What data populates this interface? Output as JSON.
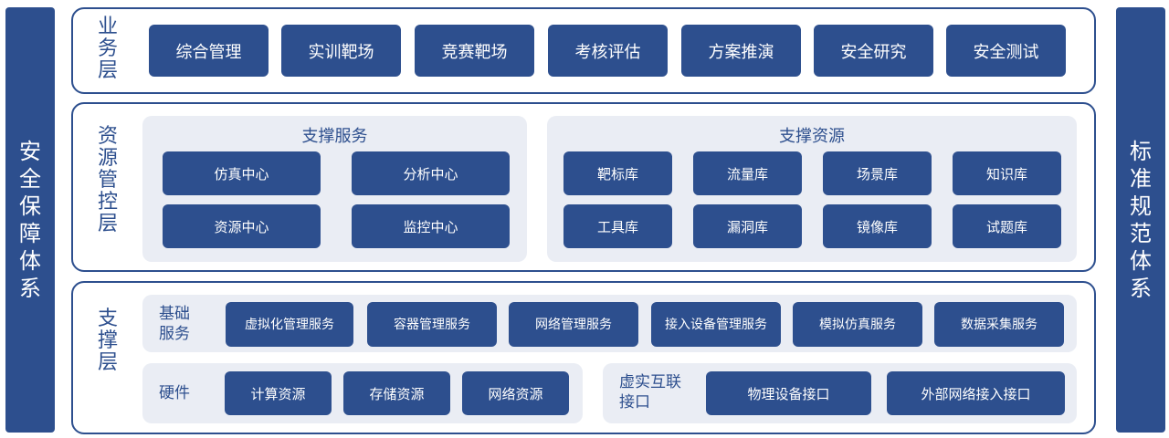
{
  "left_bar": {
    "chars": [
      "安",
      "全",
      "保",
      "障",
      "体",
      "系"
    ]
  },
  "right_bar": {
    "chars": [
      "标",
      "准",
      "规",
      "范",
      "体",
      "系"
    ]
  },
  "business_layer": {
    "label_chars": [
      "业",
      "务",
      "层"
    ],
    "items": [
      "综合管理",
      "实训靶场",
      "竞赛靶场",
      "考核评估",
      "方案推演",
      "安全研究",
      "安全测试"
    ]
  },
  "resource_layer": {
    "label_chars": [
      "资",
      "源",
      "管",
      "控",
      "层"
    ],
    "services": {
      "title": "支撑服务",
      "items": [
        "仿真中心",
        "分析中心",
        "资源中心",
        "监控中心"
      ]
    },
    "resources": {
      "title": "支撑资源",
      "items": [
        "靶标库",
        "流量库",
        "场景库",
        "知识库",
        "工具库",
        "漏洞库",
        "镜像库",
        "试题库"
      ]
    }
  },
  "support_layer": {
    "label_chars": [
      "支",
      "撑",
      "层"
    ],
    "basic": {
      "label": "基础\n服务",
      "label_lines": [
        "基础",
        "服务"
      ],
      "items": [
        "虚拟化管理服务",
        "容器管理服务",
        "网络管理服务",
        "接入设备管理服务",
        "模拟仿真服务",
        "数据采集服务"
      ]
    },
    "hardware": {
      "label": "硬件",
      "items": [
        "计算资源",
        "存储资源",
        "网络资源"
      ]
    },
    "interconnect": {
      "label_lines": [
        "虚实互联",
        "接口"
      ],
      "items": [
        "物理设备接口",
        "外部网络接入接口"
      ]
    }
  }
}
